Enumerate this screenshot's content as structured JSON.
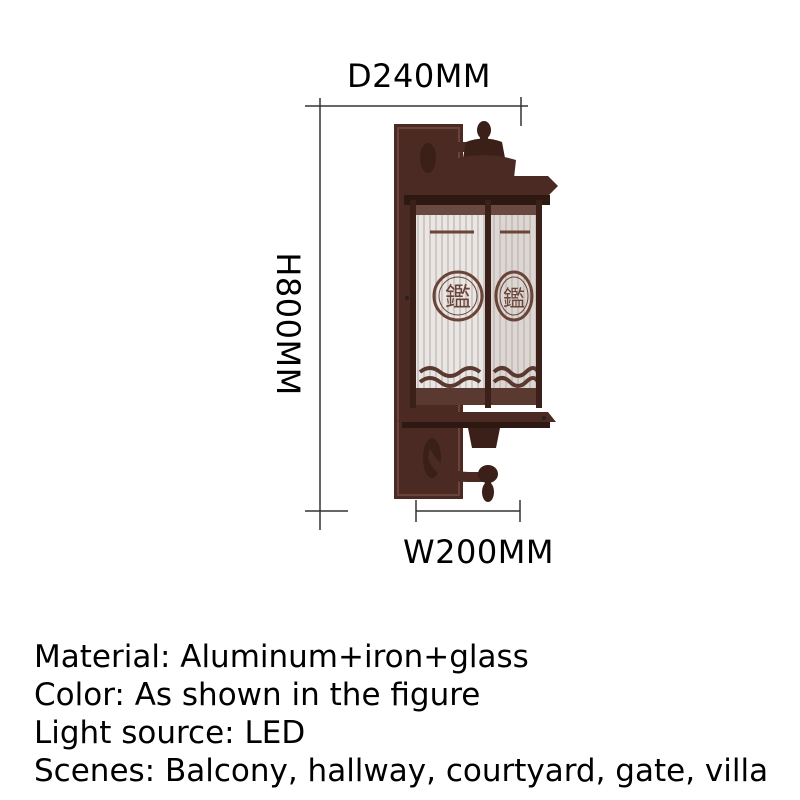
{
  "dimensions": {
    "depth": "D240MM",
    "height": "H800MM",
    "width": "W200MM"
  },
  "product": {
    "emblem_glyph": "鑑"
  },
  "specs": {
    "material": "Material: Aluminum+iron+glass",
    "color": "Color: As shown in the figure",
    "light_source": "Light source: LED",
    "scenes": "Scenes: Balcony, hallway, courtyard, gate, villa"
  },
  "colors": {
    "lamp_body": "#4a2a22",
    "lamp_dark": "#2e1812",
    "glass": "#e9e6e3"
  }
}
